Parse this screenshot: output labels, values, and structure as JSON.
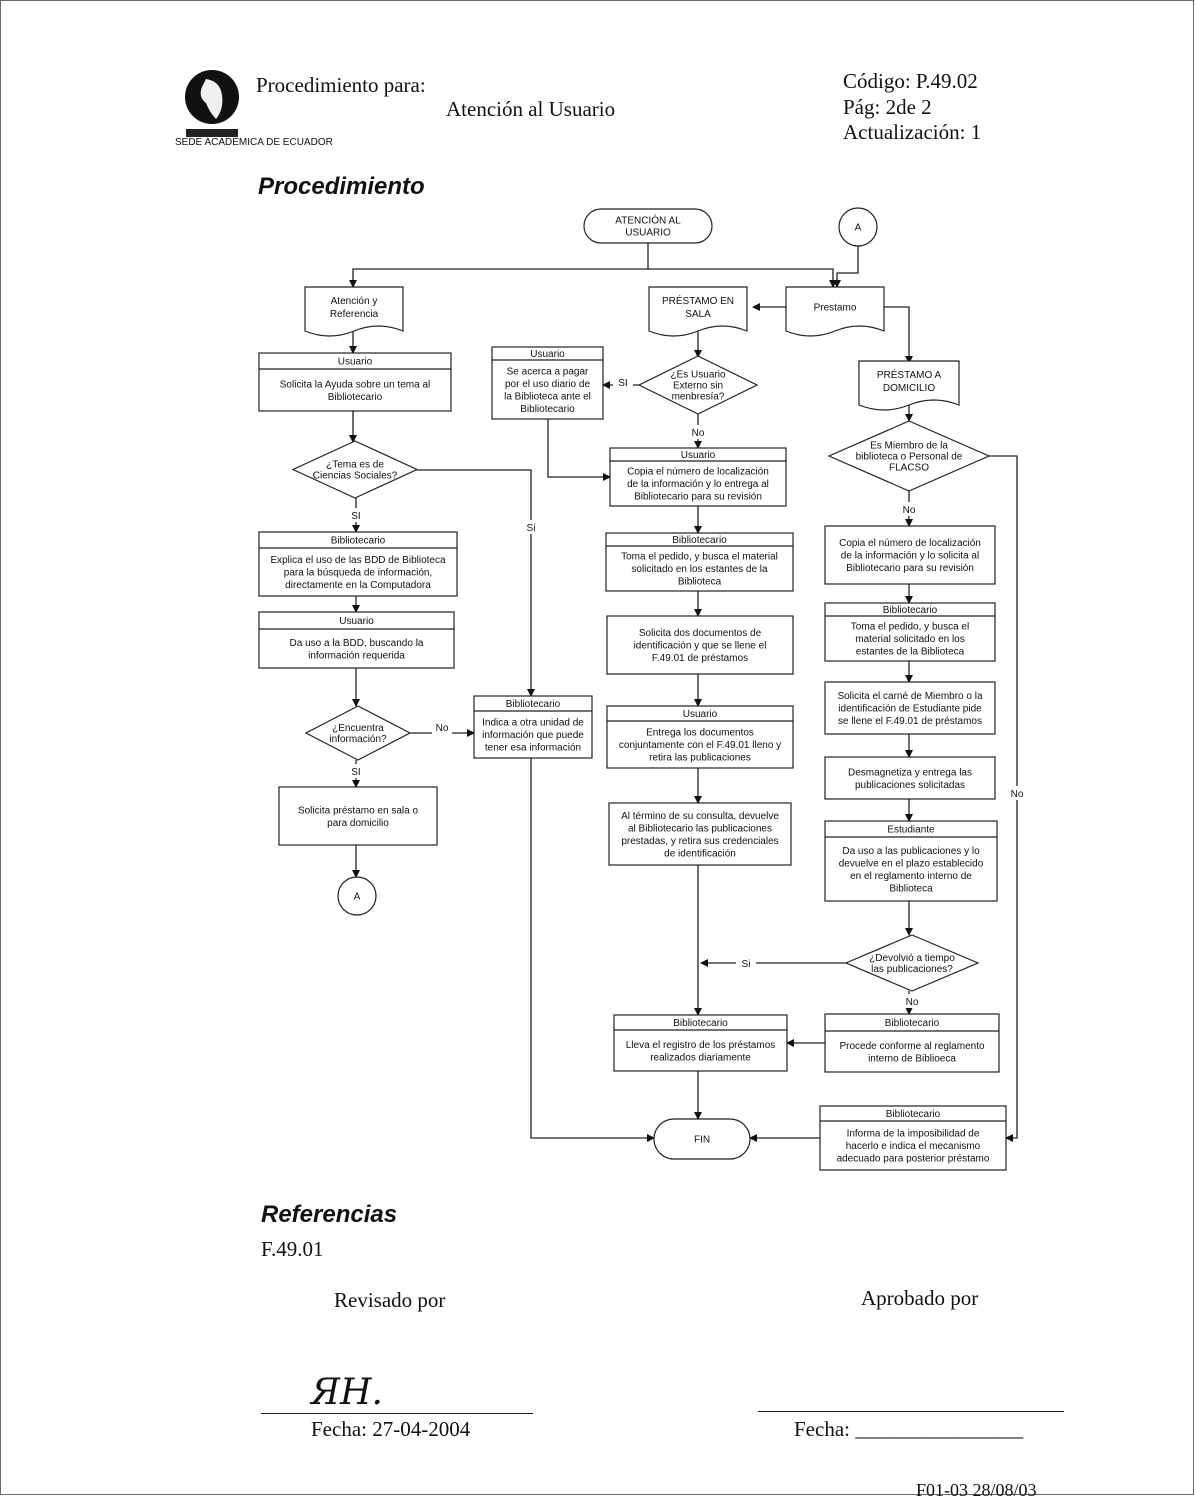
{
  "header": {
    "title_prefix": "Procedimiento para:",
    "title": "Atención al Usuario",
    "code": "Código: P.49.02",
    "page": "Pág: 2de 2",
    "update": "Actualización: 1",
    "logo_caption": "SEDE ACADÉMICA DE ECUADOR"
  },
  "sections": {
    "procedure": "Procedimiento",
    "references": "Referencias"
  },
  "references": [
    "F.49.01"
  ],
  "signatures": {
    "reviewed_label": "Revisado por",
    "approved_label": "Aprobado por",
    "reviewed_date": "Fecha: 27-04-2004",
    "approved_date": "Fecha: ________________",
    "signature_text": "ЯН."
  },
  "footer": {
    "code": "F01-03 28/08/03"
  },
  "flowchart": {
    "nodes": [
      {
        "id": "start",
        "shape": "terminal",
        "lines": [
          "ATENCIÓN AL",
          "USUARIO"
        ]
      },
      {
        "id": "conn_a_top",
        "shape": "connector",
        "lines": [
          "A"
        ]
      },
      {
        "id": "doc_atencion",
        "shape": "document",
        "lines": [
          "Atención y",
          "Referencia"
        ]
      },
      {
        "id": "doc_prestamo_sala",
        "shape": "document",
        "lines": [
          "PRÉSTAMO EN",
          "SALA"
        ]
      },
      {
        "id": "doc_prestamo",
        "shape": "document",
        "lines": [
          "Prestamo"
        ]
      },
      {
        "id": "doc_prestamo_dom",
        "shape": "document",
        "lines": [
          "PRÉSTAMO A",
          "DOMICILIO"
        ]
      },
      {
        "id": "p_usuario_ayuda",
        "shape": "process",
        "header": "Usuario",
        "lines": [
          "Solicita la Ayuda sobre un tema al",
          "Bibliotecario"
        ]
      },
      {
        "id": "p_usuario_pagar",
        "shape": "process",
        "header": "Usuario",
        "lines": [
          "Se acerca a pagar",
          "por el uso diario de",
          "la Biblioteca ante el",
          "Bibliotecario"
        ]
      },
      {
        "id": "d_externo",
        "shape": "decision",
        "lines": [
          "¿Es Usuario",
          "Externo sin",
          "menbresía?"
        ]
      },
      {
        "id": "p_usuario_copia",
        "shape": "process",
        "header": "Usuario",
        "lines": [
          "Copia el número de localización",
          "de la información y lo entrega al",
          "Bibliotecario para su revisión"
        ]
      },
      {
        "id": "d_miembro",
        "shape": "decision",
        "lines": [
          "Es Miembro de la",
          "biblioteca  o Personal de",
          "FLACSO"
        ]
      },
      {
        "id": "d_tema",
        "shape": "decision",
        "lines": [
          "¿Tema es de",
          "Ciencias Sociales?"
        ]
      },
      {
        "id": "p_biblio_explica",
        "shape": "process",
        "header": "Bibliotecario",
        "lines": [
          "Explica el uso de las BDD de Biblioteca",
          "para la búsqueda de información,",
          "directamente en la Computadora"
        ]
      },
      {
        "id": "p_usuario_bdd",
        "shape": "process",
        "header": "Usuario",
        "lines": [
          "Da uso a la BDD, buscando la",
          "información requerida"
        ]
      },
      {
        "id": "d_encuentra",
        "shape": "decision",
        "lines": [
          "¿Encuentra",
          "información?"
        ]
      },
      {
        "id": "p_biblio_indica",
        "shape": "process",
        "header": "Bibliotecario",
        "lines": [
          "Indica a otra unidad de",
          "información que puede",
          "tener esa información"
        ]
      },
      {
        "id": "p_solicita_prestamo",
        "shape": "process",
        "lines": [
          "Solicita préstamo en sala o",
          "para domicilio"
        ]
      },
      {
        "id": "conn_a_bottom",
        "shape": "connector",
        "lines": [
          "A"
        ]
      },
      {
        "id": "p_biblio_toma_sala",
        "shape": "process",
        "header": "Bibliotecario",
        "lines": [
          "Toma el pedido, y busca el material",
          "solicitado en los estantes de la",
          "Biblioteca"
        ]
      },
      {
        "id": "p_solicita_docs",
        "shape": "process",
        "lines": [
          "Solicita dos documentos de",
          "identificación y que se llene el",
          "F.49.01 de préstamos"
        ]
      },
      {
        "id": "p_usuario_entrega",
        "shape": "process",
        "header": "Usuario",
        "lines": [
          "Entrega los documentos",
          "conjuntamente con el F.49.01 lleno y",
          "retira las publicaciones"
        ]
      },
      {
        "id": "p_devuelve_sala",
        "shape": "process",
        "lines": [
          "Al término de su consulta, devuelve",
          "al Bibliotecario las publicaciones",
          "prestadas, y retira sus credenciales",
          "de identificación"
        ]
      },
      {
        "id": "p_copia_dom",
        "shape": "process",
        "lines": [
          "Copia el número de localización",
          "de la información y lo solicita al",
          "Bibliotecario para su revisión"
        ]
      },
      {
        "id": "p_biblio_toma_dom",
        "shape": "process",
        "header": "Bibliotecario",
        "lines": [
          "Toma el pedido, y busca el",
          "material solicitado en los",
          "estantes de la Biblioteca"
        ]
      },
      {
        "id": "p_solicita_carne",
        "shape": "process",
        "lines": [
          "Solicita el carné de Miembro o la",
          "identificación de Estudiante pide",
          "se llene el F.49.01 de préstamos"
        ]
      },
      {
        "id": "p_desmagnetiza",
        "shape": "process",
        "lines": [
          "Desmagnetiza y entrega las",
          "publicaciones solicitadas"
        ]
      },
      {
        "id": "p_estudiante",
        "shape": "process",
        "header": "Estudiante",
        "lines": [
          "Da uso a las publicaciones y lo",
          "devuelve en el plazo establecido",
          "en el reglamento interno de",
          "Biblioteca"
        ]
      },
      {
        "id": "d_devolvio",
        "shape": "decision",
        "lines": [
          "¿Devolvió a tiempo",
          "las publicaciones?"
        ]
      },
      {
        "id": "p_registro",
        "shape": "process",
        "header": "Bibliotecario",
        "lines": [
          "Lleva el registro de los préstamos",
          "realizados diariamente"
        ]
      },
      {
        "id": "p_reglamento",
        "shape": "process",
        "header": "Bibliotecario",
        "lines": [
          "Procede conforme al reglamento",
          "interno de Biblioeca"
        ]
      },
      {
        "id": "p_informa",
        "shape": "process",
        "header": "Bibliotecario",
        "lines": [
          "Informa de la imposibilidad de",
          "hacerlo e indica el mecanismo",
          "adecuado para posterior préstamo"
        ]
      },
      {
        "id": "fin",
        "shape": "terminal",
        "lines": [
          "FIN"
        ]
      }
    ],
    "edge_labels": [
      "SI",
      "No",
      "No",
      "SI",
      "Si",
      "No",
      "SI",
      "Si",
      "No",
      "No"
    ]
  }
}
